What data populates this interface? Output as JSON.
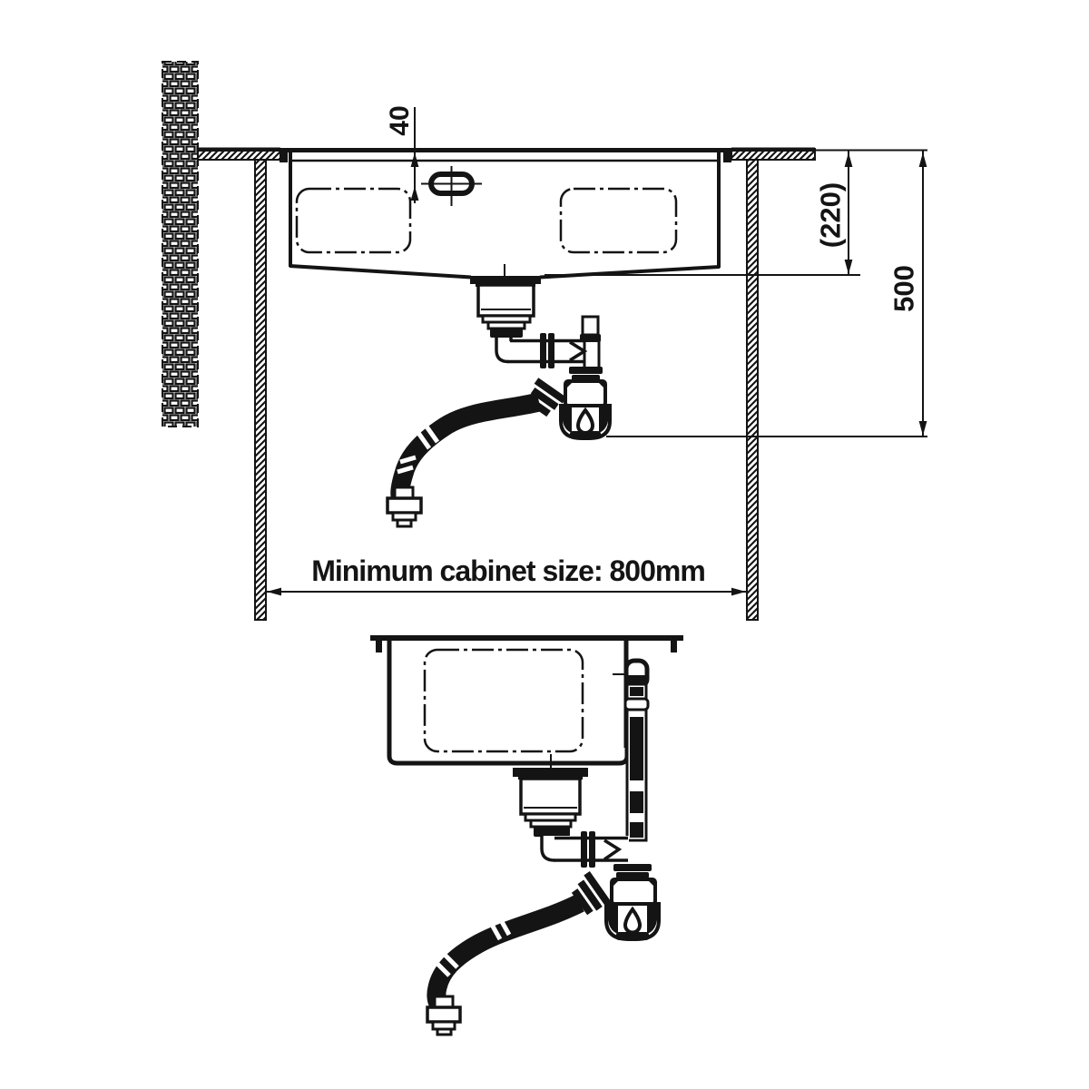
{
  "colors": {
    "ink": "#141414",
    "paper": "#ffffff"
  },
  "labels": {
    "tap_hole_offset": "40",
    "bowl_depth": "(220)",
    "install_height": "500",
    "cabinet_note": "Minimum cabinet size: 800mm"
  }
}
